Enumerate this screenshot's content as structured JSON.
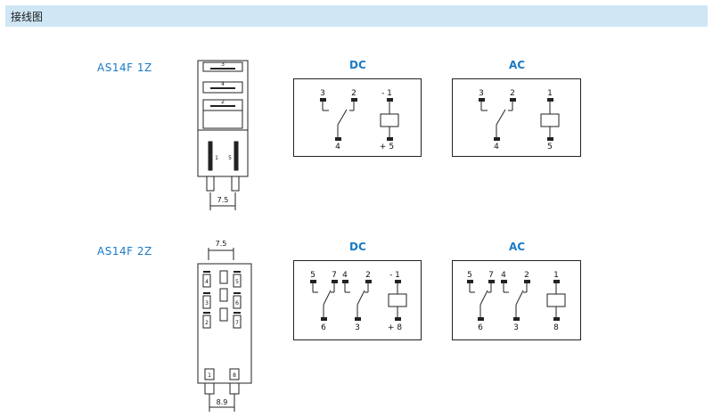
{
  "header": {
    "title": "接线图"
  },
  "rows": [
    {
      "model": "AS14F 1Z",
      "package": {
        "dimension": "7.5",
        "pin_labels": [
          "3",
          "4",
          "2",
          "1",
          "5"
        ]
      },
      "dc": {
        "title": "DC",
        "terminals": {
          "t1": "3",
          "t2": "2",
          "t3": "4",
          "coil_top": "- 1",
          "coil_bottom": "+ 5"
        }
      },
      "ac": {
        "title": "AC",
        "terminals": {
          "t1": "3",
          "t2": "2",
          "t3": "4",
          "coil_top": "1",
          "coil_bottom": "5"
        }
      }
    },
    {
      "model": "AS14F 2Z",
      "package": {
        "dimension_top": "7.5",
        "dimension_bottom": "8.9",
        "pin_labels": [
          "4",
          "5",
          "3",
          "6",
          "2",
          "7",
          "1",
          "8"
        ]
      },
      "dc": {
        "title": "DC",
        "terminals": {
          "t1": "5",
          "t2": "7",
          "t3": "6",
          "t4": "4",
          "t5": "2",
          "t6": "3",
          "coil_top": "- 1",
          "coil_bottom": "+ 8"
        }
      },
      "ac": {
        "title": "AC",
        "terminals": {
          "t1": "5",
          "t2": "7",
          "t3": "6",
          "t4": "4",
          "t5": "2",
          "t6": "3",
          "coil_top": "1",
          "coil_bottom": "8"
        }
      }
    }
  ]
}
